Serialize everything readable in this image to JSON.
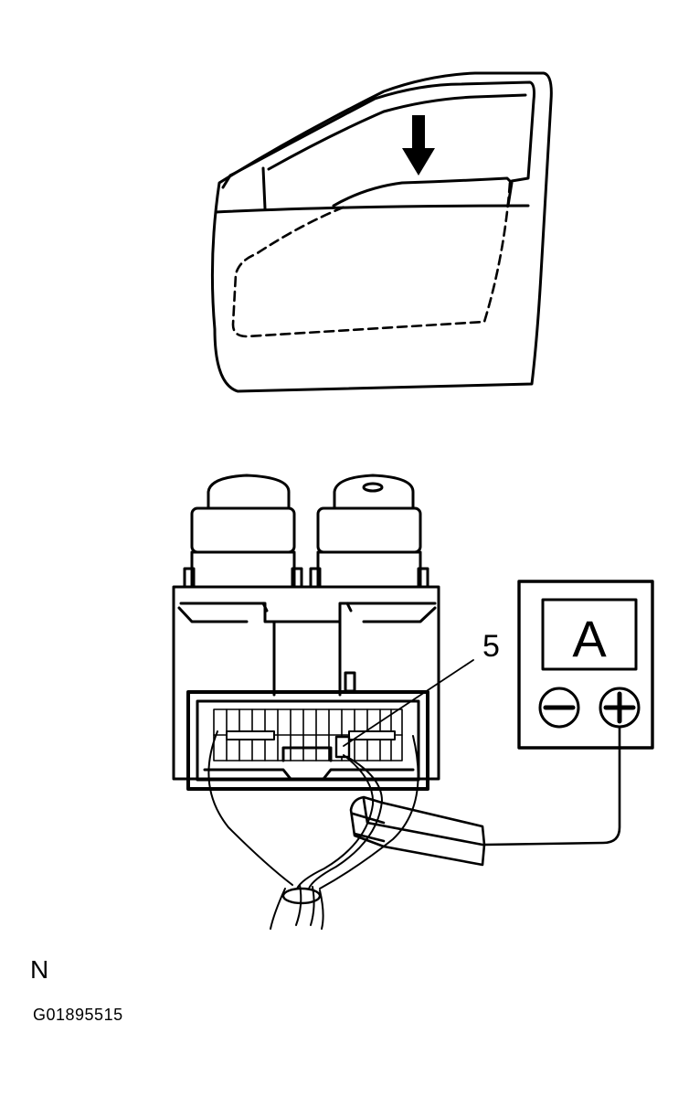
{
  "callouts": {
    "terminal_number": "5",
    "meter_symbol": "A"
  },
  "captions": {
    "view_letter": "N",
    "figure_code": "G01895515"
  },
  "icons": {
    "window_direction": "arrow-down-icon",
    "meter_negative": "minus-icon",
    "meter_positive": "plus-icon"
  },
  "colors": {
    "ink": "#000000",
    "background": "#ffffff"
  }
}
